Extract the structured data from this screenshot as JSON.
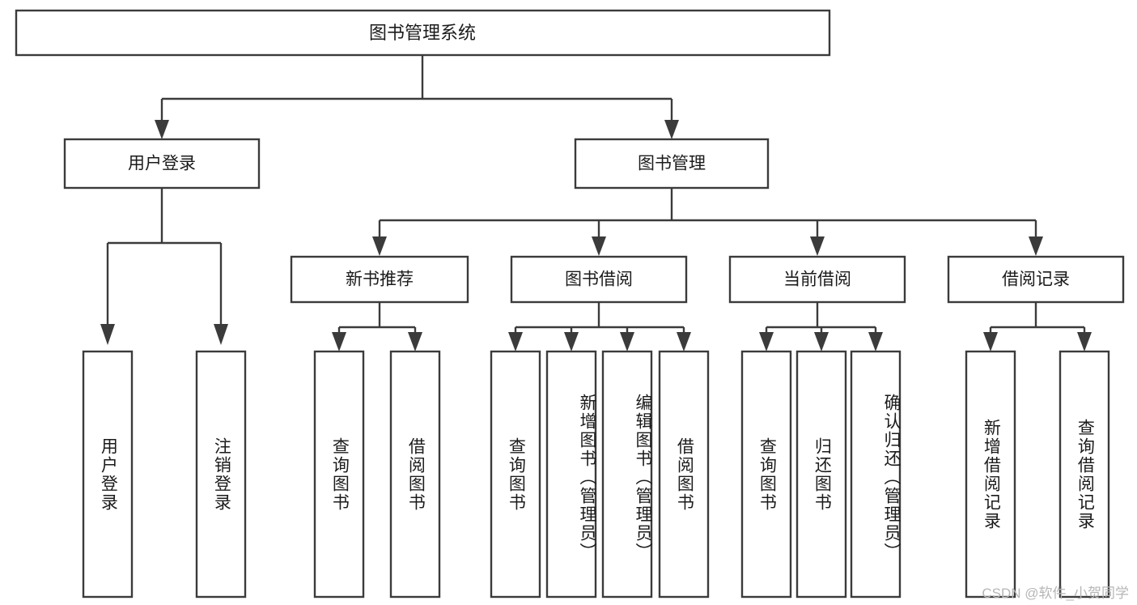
{
  "diagram": {
    "type": "tree-hierarchy",
    "title": "图书管理系统",
    "watermark": "CSDN @软件_小贺同学",
    "colors": {
      "box_fill": "#ffffff",
      "box_stroke": "#3b3b3b",
      "text": "#1b1b1b",
      "watermark": "#b6b6b6",
      "background": "#ffffff"
    },
    "root": {
      "label": "图书管理系统"
    },
    "level2": [
      {
        "label": "用户登录"
      },
      {
        "label": "图书管理"
      }
    ],
    "level3": [
      {
        "label": "新书推荐"
      },
      {
        "label": "图书借阅"
      },
      {
        "label": "当前借阅"
      },
      {
        "label": "借阅记录"
      }
    ],
    "leaves": {
      "user_login": [
        {
          "label": "用户登录"
        },
        {
          "label": "注销登录"
        }
      ],
      "new_book_recommend": [
        {
          "label": "查询图书"
        },
        {
          "label": "借阅图书"
        }
      ],
      "book_borrow": [
        {
          "label": "查询图书"
        },
        {
          "label": "新增图书（管理员）"
        },
        {
          "label": "编辑图书（管理员）"
        },
        {
          "label": "借阅图书"
        }
      ],
      "current_borrow": [
        {
          "label": "查询图书"
        },
        {
          "label": "归还图书"
        },
        {
          "label": "确认归还（管理员）"
        }
      ],
      "borrow_record": [
        {
          "label": "新增借阅记录"
        },
        {
          "label": "查询借阅记录"
        }
      ]
    }
  }
}
